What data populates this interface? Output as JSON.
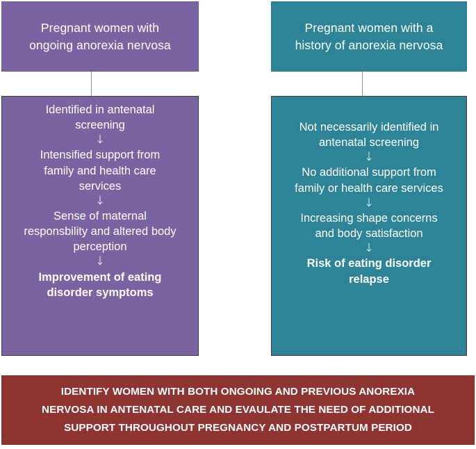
{
  "diagram": {
    "colors": {
      "ongoing_purple": "#7b63a1",
      "history_teal": "#2d8497",
      "banner_red": "#8f3531",
      "connector_gray": "#8a8fa8",
      "box_border": "#3c3c46",
      "text_white": "#ffffff"
    },
    "columns": [
      {
        "id": "ongoing",
        "header": {
          "line1": "Pregnant women with",
          "line2": "ongoing anorexia nervosa"
        },
        "steps": [
          {
            "lines": [
              "Identified in antenatal",
              "screening"
            ],
            "bold": false
          },
          {
            "lines": [
              "Intensified support from",
              "family and health care",
              "services"
            ],
            "bold": false
          },
          {
            "lines": [
              "Sense of maternal",
              "responsbility and altered body",
              "perception"
            ],
            "bold": false
          },
          {
            "lines": [
              "Improvement of eating",
              "disorder symptoms"
            ],
            "bold": true
          }
        ],
        "arrow_glyph": "↓"
      },
      {
        "id": "history",
        "header": {
          "line1": "Pregnant women with a",
          "line2": "history of  anorexia nervosa"
        },
        "steps": [
          {
            "lines": [
              "Not necessarily identified in",
              "antenatal screening"
            ],
            "bold": false
          },
          {
            "lines": [
              "No additional support from",
              "family or health care services"
            ],
            "bold": false
          },
          {
            "lines": [
              "Increasing shape concerns",
              "and body satisfaction"
            ],
            "bold": false
          },
          {
            "lines": [
              "Risk of eating disorder",
              "relapse"
            ],
            "bold": true
          }
        ],
        "arrow_glyph": "↓"
      }
    ],
    "banner": {
      "line1": "IDENTIFY WOMEN WITH BOTH ONGOING AND PREVIOUS ANOREXIA",
      "line2": "NERVOSA IN ANTENATAL CARE AND EVAULATE THE NEED OF ADDITIONAL",
      "line3": "SUPPORT THROUGHOUT PREGNANCY AND POSTPARTUM PERIOD"
    }
  }
}
